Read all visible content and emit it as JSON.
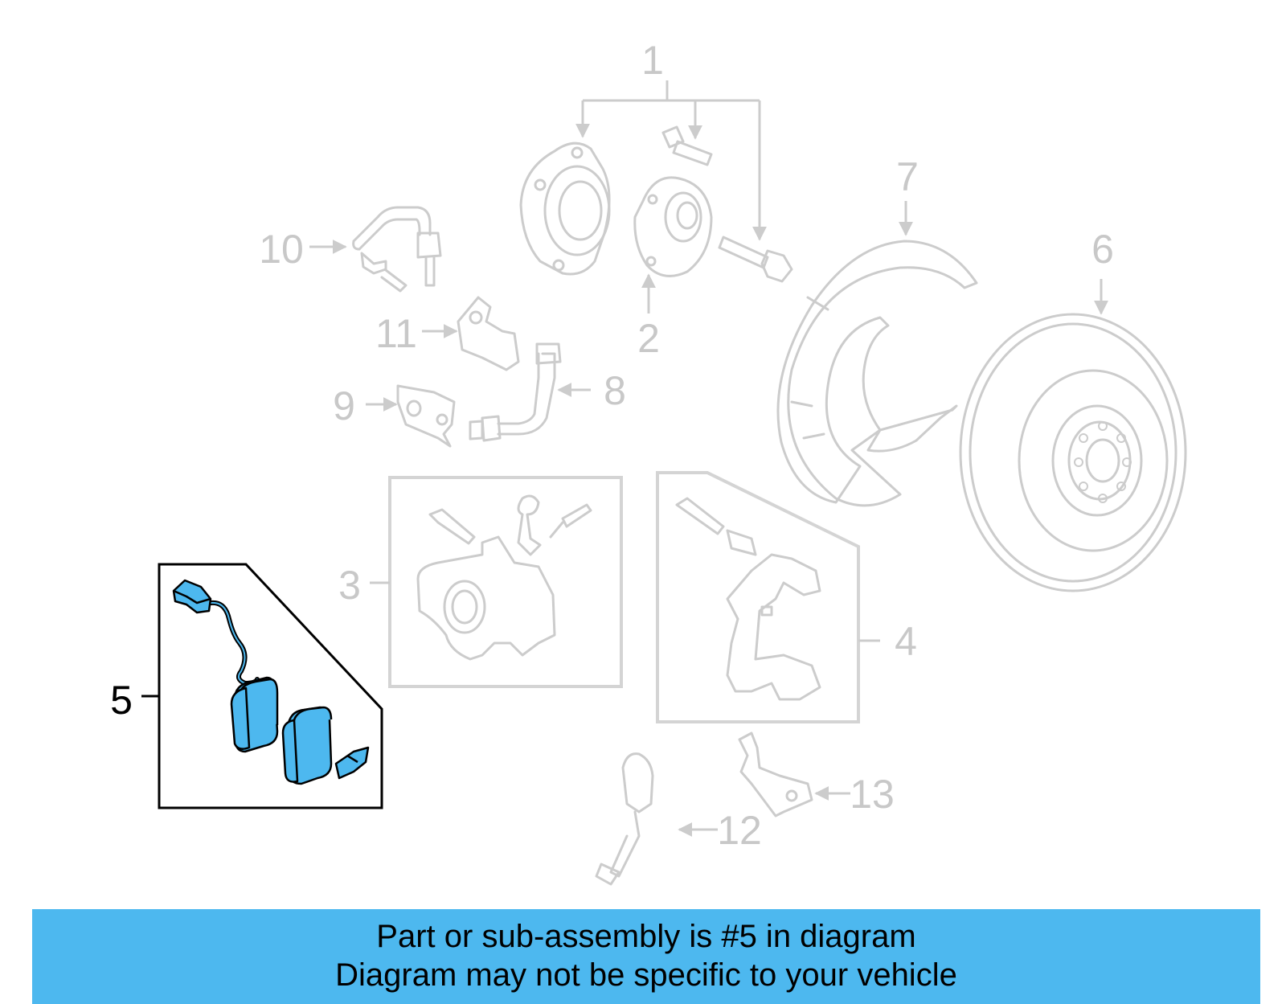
{
  "diagram": {
    "highlighted_part": "5",
    "highlight_color": "#4db8ef",
    "ghost_color": "#cccccc",
    "callouts": {
      "c1": "1",
      "c2": "2",
      "c3": "3",
      "c4": "4",
      "c5": "5",
      "c6": "6",
      "c7": "7",
      "c8": "8",
      "c9": "9",
      "c10": "10",
      "c11": "11",
      "c12": "12",
      "c13": "13"
    }
  },
  "banner": {
    "line1": "Part or sub-assembly is #5 in diagram",
    "line2": "Diagram may not be specific to your vehicle",
    "background": "#4db8ef"
  }
}
